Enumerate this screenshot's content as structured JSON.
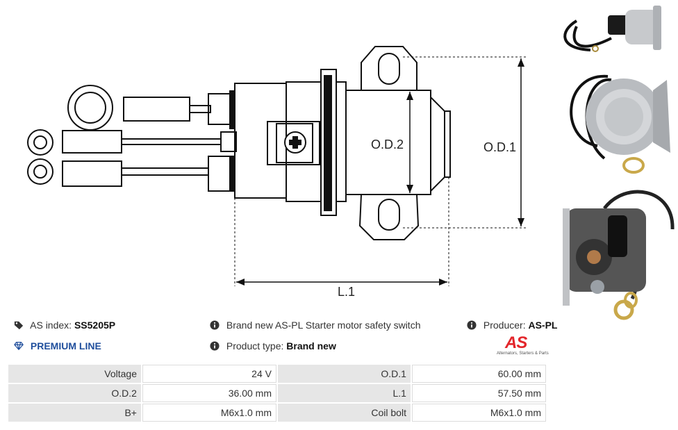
{
  "drawing": {
    "labels": {
      "od1": "O.D.1",
      "od2": "O.D.2",
      "l1": "L.1"
    }
  },
  "info": {
    "as_index_label": "AS index:",
    "as_index_value": "SS5205P",
    "premium": "PREMIUM LINE",
    "description": "Brand new AS-PL Starter motor safety switch",
    "product_type_label": "Product type:",
    "product_type_value": "Brand new",
    "producer_label": "Producer:",
    "producer_value": "AS-PL"
  },
  "logo": {
    "text": "AS",
    "tagline": "Alternators, Starters & Parts"
  },
  "specs": [
    {
      "k1": "Voltage",
      "v1": "24 V",
      "k2": "O.D.1",
      "v2": "60.00 mm"
    },
    {
      "k1": "O.D.2",
      "v1": "36.00 mm",
      "k2": "L.1",
      "v2": "57.50 mm"
    },
    {
      "k1": "B+",
      "v1": "M6x1.0 mm",
      "k2": "Coil bolt",
      "v2": "M6x1.0 mm"
    }
  ],
  "colors": {
    "accent_blue": "#1f4e9c",
    "brand_red": "#e3262b"
  },
  "icons": [
    "tag-icon",
    "info-icon",
    "diamond-icon"
  ]
}
